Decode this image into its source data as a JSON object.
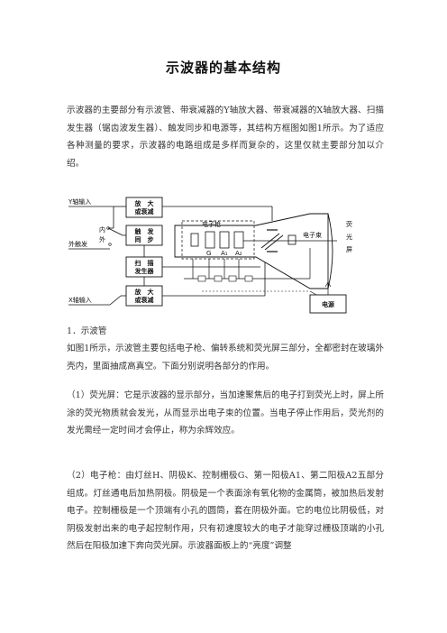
{
  "title": "示波器的基本结构",
  "intro": "示波器的主要部分有示波管、带衰减器的Y轴放大器、带衰减器的X轴放大器、扫描发生器（锯齿波发生器）、触发同步和电源等，其结构方框图如图1所示。为了适应各种测量的要求，示波器的电路组成是多样而复杂的，这里仅就主要部分加以介绍。",
  "diagram": {
    "y_input": "Y轴输入",
    "inner": "内",
    "outer": "外",
    "ext_trigger": "外触发",
    "x_input": "X轴输入",
    "amp_top_1": "放　大",
    "amp_top_2": "或衰减",
    "trig_1": "触　发",
    "trig_2": "同　步",
    "sweep_1": "扫　描",
    "sweep_2": "发生器",
    "amp_bot_1": "放　大",
    "amp_bot_2": "或衰减",
    "gun": "电子枪",
    "beam": "电子束",
    "screen_1": "荧",
    "screen_2": "光",
    "screen_3": "屏",
    "electrode_g": "G",
    "electrode_a1": "A₁",
    "electrode_a2": "A₂",
    "power": "电源"
  },
  "sec1_heading": "1．示波管",
  "sec1_text": "如图1所示，示波管主要包括电子枪、偏转系统和荧光屏三部分，全都密封在玻璃外壳内，里面抽成高真空。下面分别说明各部分的作用。",
  "b1": "（1）荧光屏：它是示波器的显示部分，当加速聚焦后的电子打到荧光上时，屏上所涂的荧光物质就会发光，从而显示出电子束的位置。当电子停止作用后，荧光剂的发光需经一定时间才会停止，称为余辉效应。",
  "b2": "（2）电子枪：由灯丝H、阴极K、控制栅极G、第一阳极A1、第二阳极A2五部分组成。灯丝通电后加热阴极。阴极是一个表面涂有氧化物的金属筒，被加热后发射电子。控制栅极是一个顶端有小孔的圆筒，套在阴极外面。它的电位比阴极低，对阴极发射出来的电子起控制作用，只有初速度较大的电子才能穿过栅极顶端的小孔然后在阳极加速下奔向荧光屏。示波器面板上的“亮度”调整"
}
